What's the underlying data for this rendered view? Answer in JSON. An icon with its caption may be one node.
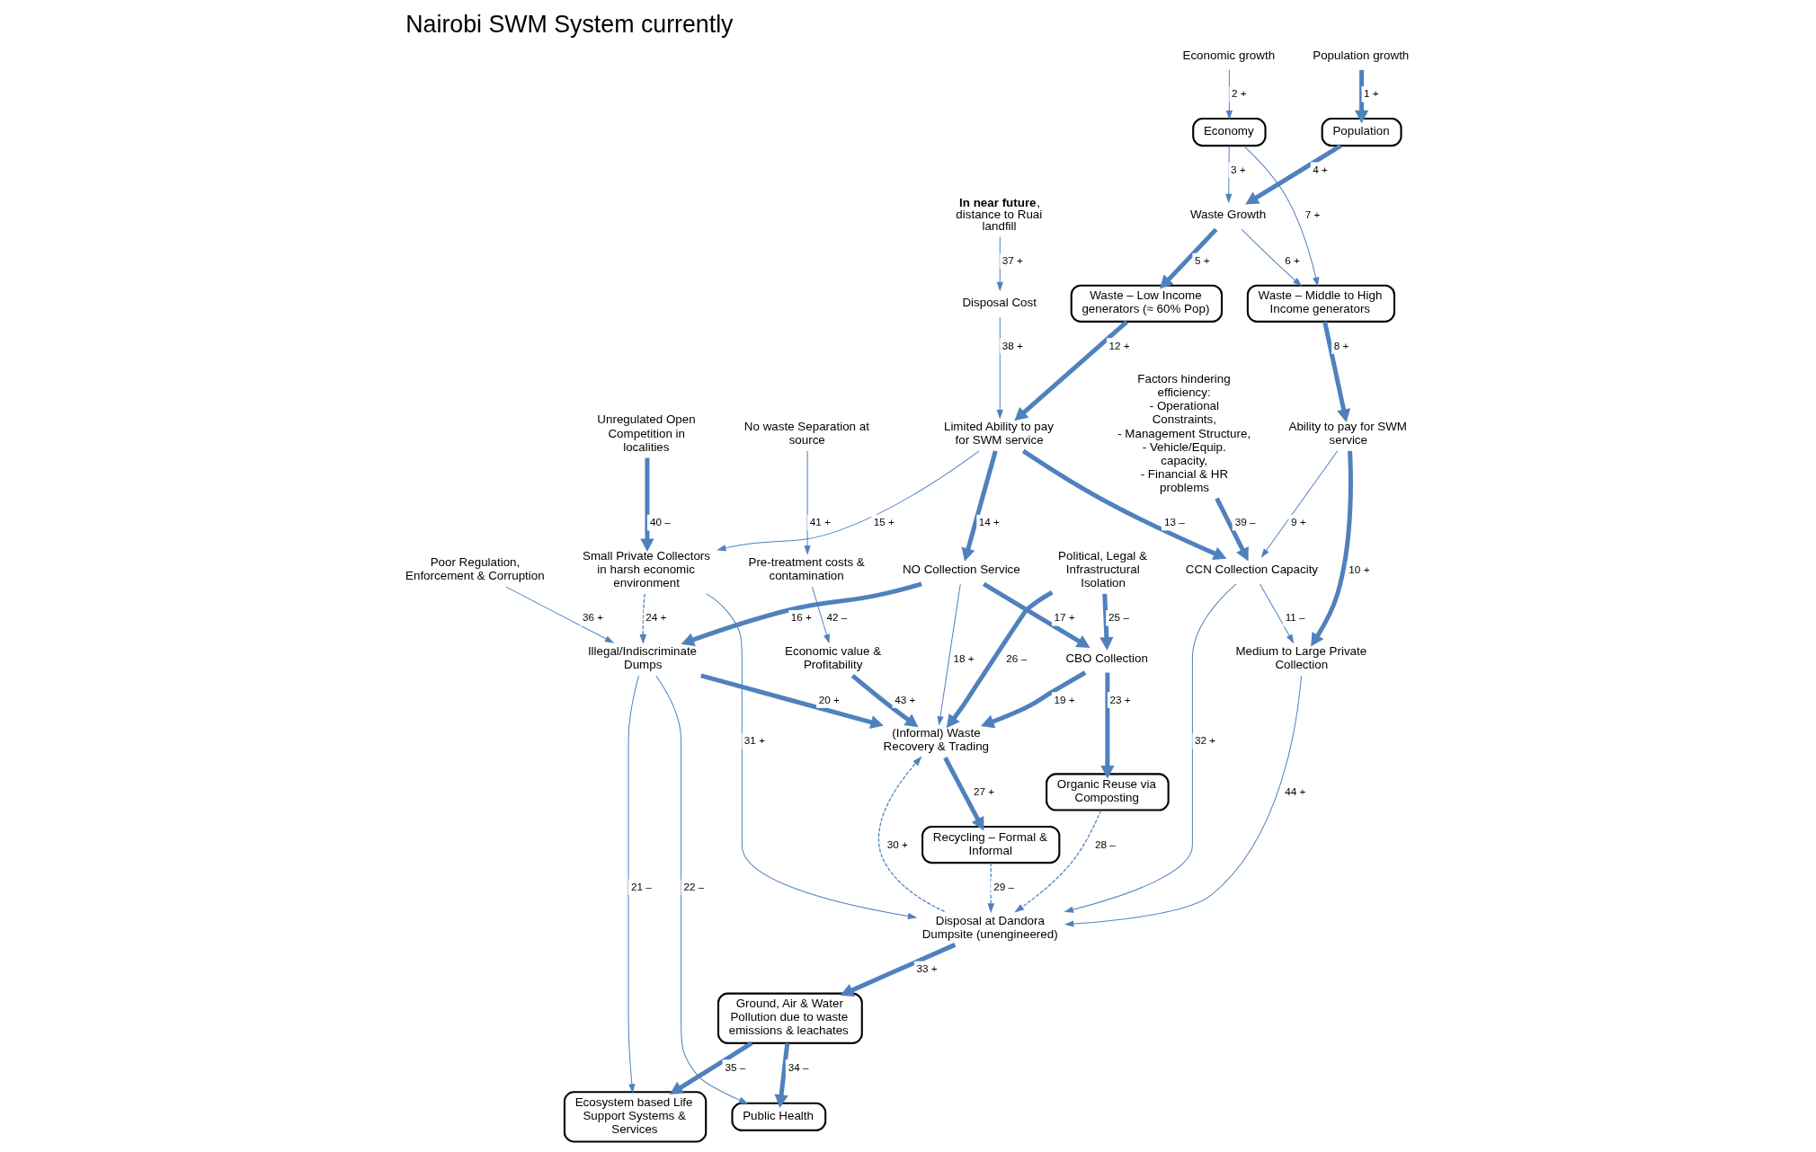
{
  "diagram": {
    "title": "Nairobi SWM System currently",
    "nodes": [
      {
        "text": [
          "Population growth"
        ]
      },
      {
        "text": [
          "Economic growth"
        ]
      },
      {
        "text": [
          "Population"
        ]
      },
      {
        "text": [
          "Economy"
        ]
      },
      {
        "text": [
          "Waste Growth"
        ]
      },
      {
        "text": [
          "Waste – Low Income generators (≈ 60% Pop)"
        ]
      },
      {
        "text": [
          "Waste – Middle to High Income generators"
        ]
      },
      {
        "text": [
          "**In near future**, distance to Ruai landfill"
        ]
      },
      {
        "text": [
          "Disposal Cost"
        ]
      },
      {
        "text": [
          "Poor Regulation, Enforcement & Corruption"
        ]
      },
      {
        "text": [
          "Limited Ability to pay for SWM service"
        ]
      },
      {
        "text": [
          "Ability to pay for SWM service"
        ]
      },
      {
        "text": [
          "Medium to Large Private Collection"
        ]
      },
      {
        "text": [
          "Ecosystem based Life Support Systems & Services"
        ]
      },
      {
        "text": [
          "Public Health"
        ]
      },
      {
        "text": [
          "Illegal/Indiscriminate Dumps"
        ]
      },
      {
        "text": [
          "NO Collection Service"
        ]
      },
      {
        "text": [
          "CBO Collection"
        ]
      },
      {
        "text": [
          "Organic Reuse via Composting"
        ]
      },
      {
        "text": [
          "(Informal) Waste Recovery & Trading"
        ]
      },
      {
        "text": [
          "Recycling – Formal & Informal"
        ]
      },
      {
        "text": [
          "Small Private Collectors in harsh economic environment"
        ]
      },
      {
        "text": [
          "CCN Collection Capacity"
        ]
      },
      {
        "text": [
          "Disposal at Dandora Dumpsite (unengineered)"
        ]
      },
      {
        "text": [
          "Political, Legal & Infrastructural Isolation"
        ]
      },
      {
        "text": [
          "Ground, Air & Water Pollution due to waste emissions & leachates"
        ]
      },
      {
        "text": [
          "Factors hindering efficiency:",
          "- Operational Constraints,",
          "- Management Structure,",
          "- Vehicle/Equip. capacity,",
          "- Financial & HR problems"
        ]
      },
      {
        "text": [
          "Unregulated Open Competition in localities"
        ]
      },
      {
        "text": [
          "Economic value & Profitability"
        ]
      },
      {
        "text": [
          "Pre-treatment costs & contamination"
        ]
      },
      {
        "text": [
          "No waste Separation at source"
        ]
      }
    ],
    "edges": [
      {
        "from": 0,
        "to": 2,
        "arrow": "to",
        "label": "1 +",
        "style": "thick"
      },
      {
        "from": 1,
        "to": 3,
        "arrow": "to",
        "label": "2 +"
      },
      {
        "from": 3,
        "to": 4,
        "arrow": "to",
        "label": "3 +"
      },
      {
        "from": 2,
        "to": 4,
        "arrow": "to",
        "label": "4 +",
        "style": "thick"
      },
      {
        "from": 4,
        "to": 5,
        "arrow": "to",
        "label": "5 +",
        "style": "thick"
      },
      {
        "from": 4,
        "to": 6,
        "arrow": "to",
        "label": "6 +"
      },
      {
        "from": 3,
        "to": 6,
        "arrow": "to",
        "label": "7 +"
      },
      {
        "from": 6,
        "to": 11,
        "arrow": "to",
        "label": "8 +",
        "style": "thick"
      },
      {
        "from": 11,
        "to": 22,
        "arrow": "to",
        "label": "9 +"
      },
      {
        "from": 11,
        "to": 12,
        "arrow": "to",
        "label": "10 +",
        "style": "thick"
      },
      {
        "from": 22,
        "to": 12,
        "arrow": "to",
        "label": "11 –"
      },
      {
        "from": 5,
        "to": 10,
        "arrow": "to",
        "label": "12 +",
        "style": "thick"
      },
      {
        "from": 10,
        "to": 22,
        "arrow": "to",
        "label": "13 –",
        "style": "thick"
      },
      {
        "from": 10,
        "to": 16,
        "arrow": "to",
        "label": "14 +",
        "style": "thick"
      },
      {
        "from": 10,
        "to": 21,
        "arrow": "to",
        "label": "15 +"
      },
      {
        "from": 16,
        "to": 15,
        "arrow": "to",
        "label": "16 +",
        "style": "thick"
      },
      {
        "from": 16,
        "to": 17,
        "arrow": "to",
        "label": "17 +",
        "style": "thick"
      },
      {
        "from": 16,
        "to": 19,
        "arrow": "to",
        "label": "18 +"
      },
      {
        "from": 17,
        "to": 19,
        "arrow": "to",
        "label": "19 +",
        "style": "thick"
      },
      {
        "from": 15,
        "to": 19,
        "arrow": "to",
        "label": "20 +",
        "style": "thick"
      },
      {
        "from": 15,
        "to": 13,
        "arrow": "to",
        "label": "21 –"
      },
      {
        "from": 15,
        "to": 14,
        "arrow": "to",
        "label": "22 –"
      },
      {
        "from": 17,
        "to": 18,
        "arrow": "to",
        "label": "23 +",
        "style": "thick"
      },
      {
        "from": 21,
        "to": 15,
        "arrow": "to",
        "label": "24 +",
        "style": "dashed"
      },
      {
        "from": 24,
        "to": 17,
        "arrow": "to",
        "label": "25 –",
        "style": "thick"
      },
      {
        "from": 24,
        "to": 19,
        "arrow": "to",
        "label": "26 –",
        "style": "thick"
      },
      {
        "from": 19,
        "to": 20,
        "arrow": "to",
        "label": "27 +",
        "style": "thick"
      },
      {
        "from": 18,
        "to": 23,
        "arrow": "to",
        "label": "28 –",
        "style": "dashed"
      },
      {
        "from": 20,
        "to": 23,
        "arrow": "to",
        "label": "29 –",
        "style": "dashed"
      },
      {
        "from": 23,
        "to": 19,
        "arrow": "to",
        "label": "30 +",
        "style": "dashed"
      },
      {
        "from": 21,
        "to": 23,
        "arrow": "to",
        "label": "31 +"
      },
      {
        "from": 22,
        "to": 23,
        "arrow": "to",
        "label": "32 +"
      },
      {
        "from": 23,
        "to": 25,
        "arrow": "to",
        "label": "33 +",
        "style": "thick"
      },
      {
        "from": 25,
        "to": 14,
        "arrow": "to",
        "label": "34 –",
        "style": "thick"
      },
      {
        "from": 25,
        "to": 13,
        "arrow": "to",
        "label": "35 –",
        "style": "thick"
      },
      {
        "from": 9,
        "to": 15,
        "arrow": "to",
        "label": "36 +"
      },
      {
        "from": 7,
        "to": 8,
        "arrow": "to",
        "label": "37 +"
      },
      {
        "from": 8,
        "to": 10,
        "arrow": "to",
        "label": "38 +"
      },
      {
        "from": 26,
        "to": 22,
        "arrow": "to",
        "label": "39 –",
        "style": "thick"
      },
      {
        "from": 27,
        "to": 21,
        "arrow": "to",
        "label": "40 –",
        "style": "thick"
      },
      {
        "from": 30,
        "to": 29,
        "arrow": "to",
        "label": "41 +"
      },
      {
        "from": 29,
        "to": 28,
        "arrow": "to",
        "label": "42 –"
      },
      {
        "from": 28,
        "to": 19,
        "arrow": "to",
        "label": "43 +",
        "style": "thick"
      },
      {
        "from": 12,
        "to": 23,
        "arrow": "to",
        "label": "44 +"
      }
    ]
  }
}
